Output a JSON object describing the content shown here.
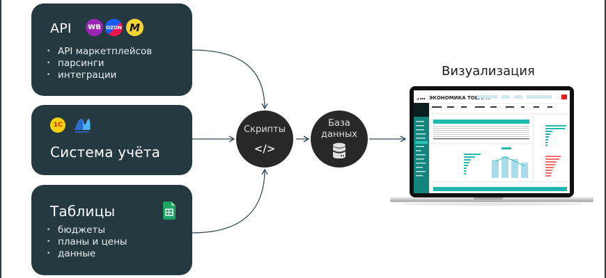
{
  "sources": {
    "api": {
      "title": "API",
      "logos": [
        {
          "name": "wildberries-logo",
          "label": "WB",
          "color": "#9b25b5"
        },
        {
          "name": "ozon-logo",
          "label": "OZON",
          "color": "#1a5cff"
        },
        {
          "name": "yandex-market-logo",
          "label": "M",
          "color": "#f5d535"
        }
      ],
      "bullets": [
        "API маркетплейсов",
        "парсинги",
        "интеграции"
      ]
    },
    "accounting": {
      "title": "Система учёта",
      "logos": [
        {
          "name": "1c-logo",
          "label": "1С",
          "color": "#f7d10a"
        },
        {
          "name": "moysklad-logo",
          "label": "",
          "color": "#4fb3f0"
        }
      ]
    },
    "tables": {
      "title": "Таблицы",
      "icon": "google-sheets-icon",
      "bullets": [
        "бюджеты",
        "планы и цены",
        "данные"
      ]
    }
  },
  "pipeline": {
    "scripts": {
      "label": "Скрипты",
      "icon": "code-icon",
      "glyph": "</>"
    },
    "database": {
      "label_line1": "База",
      "label_line2": "данных",
      "icon": "database-icon"
    }
  },
  "visualization": {
    "title": "Визуализация",
    "dashboard": {
      "header": "ЭКОНОМИКА ТОВАРА",
      "accent": "#1fa89c"
    }
  },
  "colors": {
    "box_bg": "#243a40",
    "circle_bg": "#282828",
    "arrow": "#2e4a52"
  }
}
